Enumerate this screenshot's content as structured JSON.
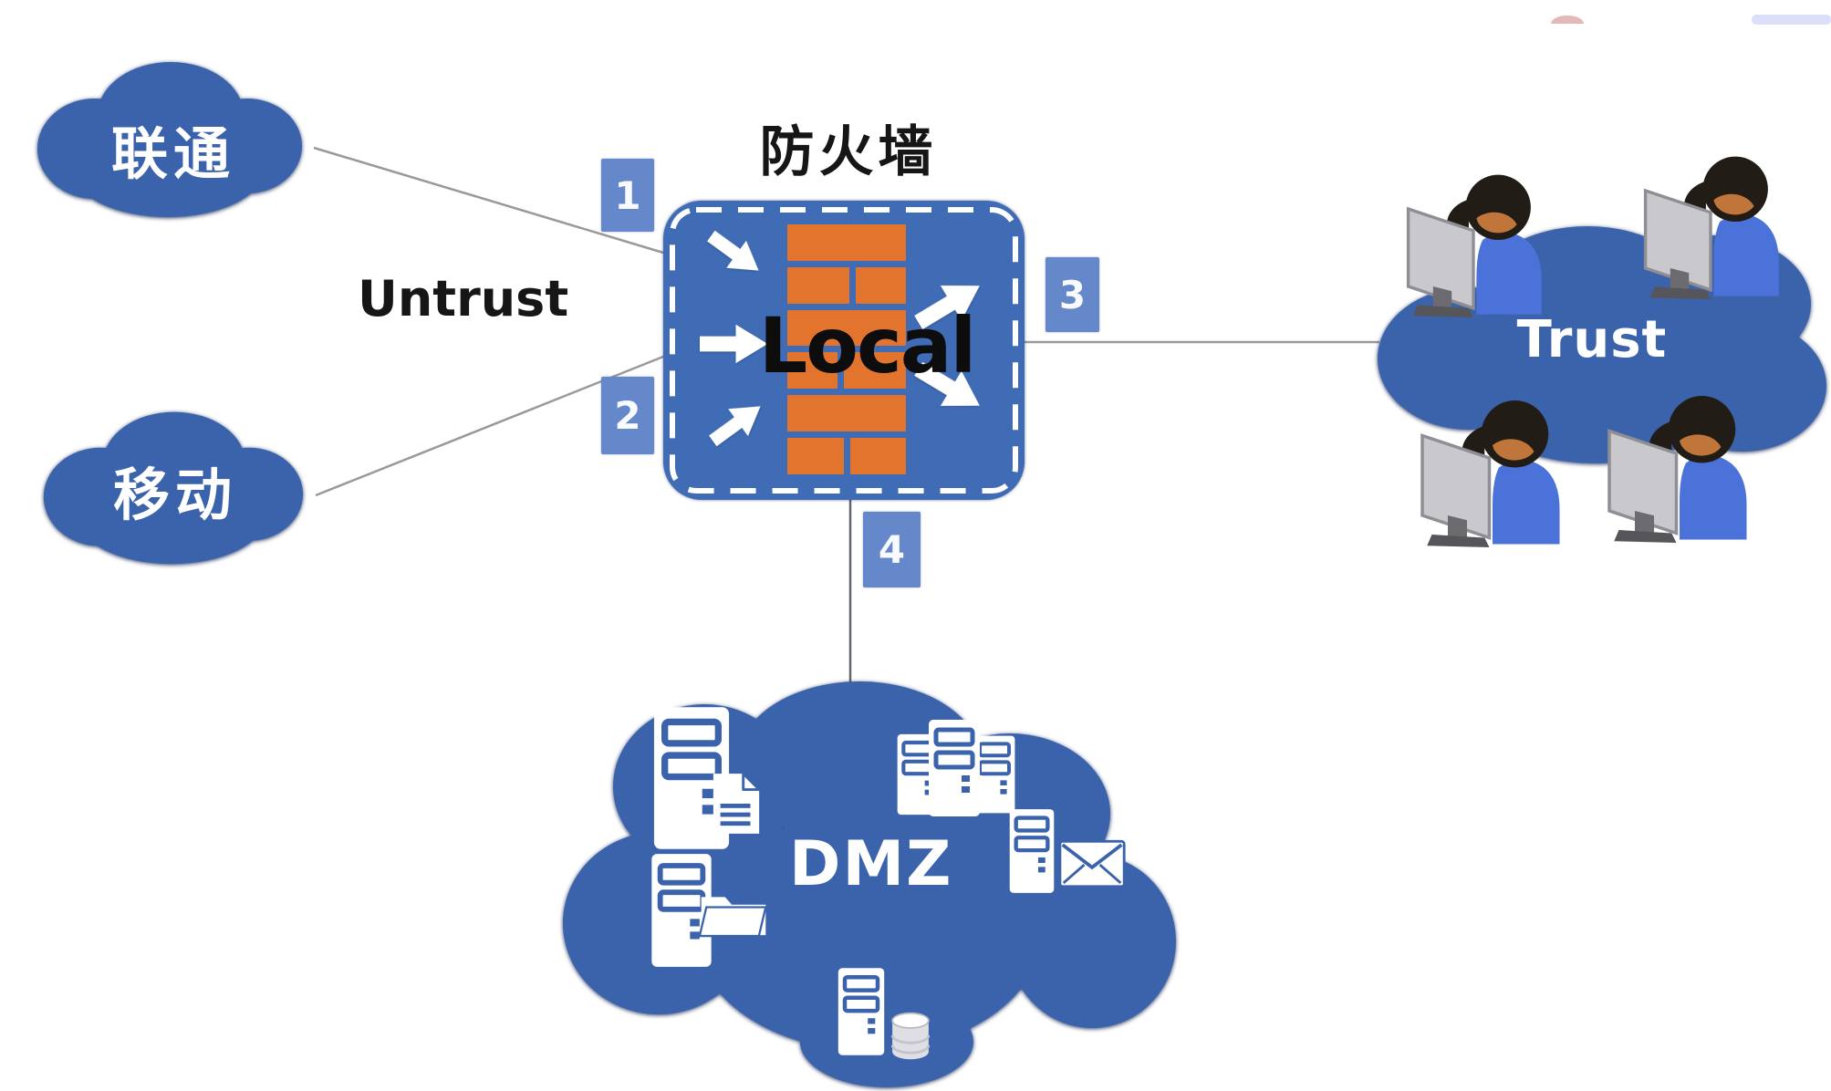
{
  "clouds": {
    "unicom": {
      "label": "联通"
    },
    "mobile": {
      "label": "移动"
    },
    "trust": {
      "label": "Trust"
    },
    "dmz": {
      "label": "DMZ"
    }
  },
  "zones": {
    "untrust_label": "Untrust",
    "local_label": "Local"
  },
  "firewall": {
    "title": "防火墙"
  },
  "interface_badges": [
    "1",
    "2",
    "3",
    "4"
  ],
  "icons": {
    "user_workstation": "user-at-computer-icon",
    "server": "server-tower-icon",
    "document": "document-icon",
    "folder": "folder-icon",
    "mail": "mail-envelope-icon",
    "database": "database-icon",
    "brick_wall": "firewall-brick-wall-icon",
    "inbound_arrow": "inbound-arrow-icon",
    "outbound_arrow": "outbound-arrow-icon"
  },
  "colors": {
    "cloud_blue": "#3a63ac",
    "firewall_blue": "#3f6cb5",
    "badge_blue": "#6488c9",
    "brick_orange": "#e2742e",
    "connector_gray": "#98999d",
    "label_black": "#161616",
    "text_white": "#ffffff",
    "user_body_blue": "#4a72d8",
    "monitor_gray": "#c9c9cd",
    "artifact_pink": "#d9a0a0",
    "artifact_lavender": "#dbe0f8"
  }
}
